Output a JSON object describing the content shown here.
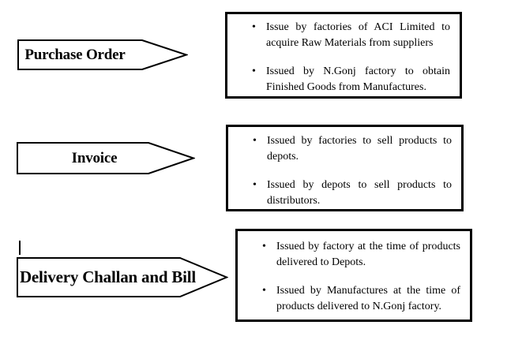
{
  "colors": {
    "ink": "#000000",
    "background": "#ffffff"
  },
  "bullet_glyph": "•",
  "arrows": [
    {
      "label": "Purchase Order"
    },
    {
      "label": "Invoice"
    },
    {
      "label": "Delivery Challan and Bill"
    }
  ],
  "boxes": [
    {
      "bullets": [
        "Issue by factories of ACI Limited to acquire Raw Materials from suppliers",
        "Issued by N.Gonj factory to obtain Finished Goods from Manufactures."
      ]
    },
    {
      "bullets": [
        "Issued by factories to sell products to depots.",
        "Issued by depots to sell products to distributors."
      ]
    },
    {
      "bullets": [
        "Issued by factory at the time of products delivered to Depots.",
        "Issued by Manufactures at the time of products delivered to N.Gonj factory."
      ]
    }
  ]
}
